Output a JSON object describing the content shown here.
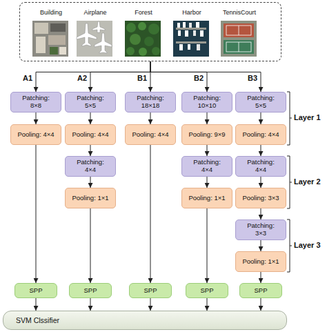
{
  "diagram": {
    "nodes": [
      {
        "text": [
          "Building",
          "Airplane",
          "Forest",
          "Harbor",
          "TennisCourt"
        ]
      },
      {
        "text": [
          "Patching: 8×8"
        ]
      },
      {
        "text": [
          "Patching: 5×5"
        ]
      },
      {
        "text": [
          "Patching: 18×18"
        ]
      },
      {
        "text": [
          "Patching: 10×10"
        ]
      },
      {
        "text": [
          "Patching: 5×5"
        ]
      },
      {
        "text": [
          "Pooling: 4×4"
        ]
      },
      {
        "text": [
          "Pooling: 4×4"
        ]
      },
      {
        "text": [
          "Pooling: 4×4"
        ]
      },
      {
        "text": [
          "Pooling: 9×9"
        ]
      },
      {
        "text": [
          "Pooling: 4×4"
        ]
      },
      {
        "text": [
          "Patching: 4×4"
        ]
      },
      {
        "text": [
          "Patching: 4×4"
        ]
      },
      {
        "text": [
          "Patching: 4×4"
        ]
      },
      {
        "text": [
          "Pooling: 1×1"
        ]
      },
      {
        "text": [
          "Pooling: 1×1"
        ]
      },
      {
        "text": [
          "Pooling: 3×3"
        ]
      },
      {
        "text": [
          "Patching: 3×3"
        ]
      },
      {
        "text": [
          "Pooling: 1×1"
        ]
      },
      {
        "text": [
          "SPP"
        ]
      },
      {
        "text": [
          "SPP"
        ]
      },
      {
        "text": [
          "SPP"
        ]
      },
      {
        "text": [
          "SPP"
        ]
      },
      {
        "text": [
          "SPP"
        ]
      },
      {
        "text": [
          "SVM Clssifier"
        ]
      }
    ],
    "edges": [
      {
        "from": 0,
        "to": 1,
        "arrow": "to"
      },
      {
        "from": 0,
        "to": 2,
        "arrow": "to"
      },
      {
        "from": 0,
        "to": 3,
        "arrow": "to"
      },
      {
        "from": 0,
        "to": 4,
        "arrow": "to"
      },
      {
        "from": 0,
        "to": 5,
        "arrow": "to"
      },
      {
        "from": 1,
        "to": 6,
        "arrow": "to"
      },
      {
        "from": 2,
        "to": 7,
        "arrow": "to"
      },
      {
        "from": 3,
        "to": 8,
        "arrow": "to"
      },
      {
        "from": 4,
        "to": 9,
        "arrow": "to"
      },
      {
        "from": 5,
        "to": 10,
        "arrow": "to"
      },
      {
        "from": 7,
        "to": 11,
        "arrow": "to"
      },
      {
        "from": 9,
        "to": 12,
        "arrow": "to"
      },
      {
        "from": 10,
        "to": 13,
        "arrow": "to"
      },
      {
        "from": 11,
        "to": 14,
        "arrow": "to"
      },
      {
        "from": 12,
        "to": 15,
        "arrow": "to"
      },
      {
        "from": 13,
        "to": 16,
        "arrow": "to"
      },
      {
        "from": 16,
        "to": 17,
        "arrow": "to"
      },
      {
        "from": 17,
        "to": 18,
        "arrow": "to"
      },
      {
        "from": 6,
        "to": 19,
        "arrow": "to"
      },
      {
        "from": 14,
        "to": 20,
        "arrow": "to"
      },
      {
        "from": 8,
        "to": 21,
        "arrow": "to"
      },
      {
        "from": 15,
        "to": 22,
        "arrow": "to"
      },
      {
        "from": 18,
        "to": 23,
        "arrow": "to"
      },
      {
        "from": 19,
        "to": 24,
        "arrow": "to"
      },
      {
        "from": 20,
        "to": 24,
        "arrow": "to"
      },
      {
        "from": 21,
        "to": 24,
        "arrow": "to"
      },
      {
        "from": 22,
        "to": 24,
        "arrow": "to"
      },
      {
        "from": 23,
        "to": 24,
        "arrow": "to"
      }
    ],
    "labels": [
      "A1",
      "A2",
      "B1",
      "B2",
      "B3",
      "Layer 1",
      "Layer 2",
      "Layer 3"
    ]
  }
}
